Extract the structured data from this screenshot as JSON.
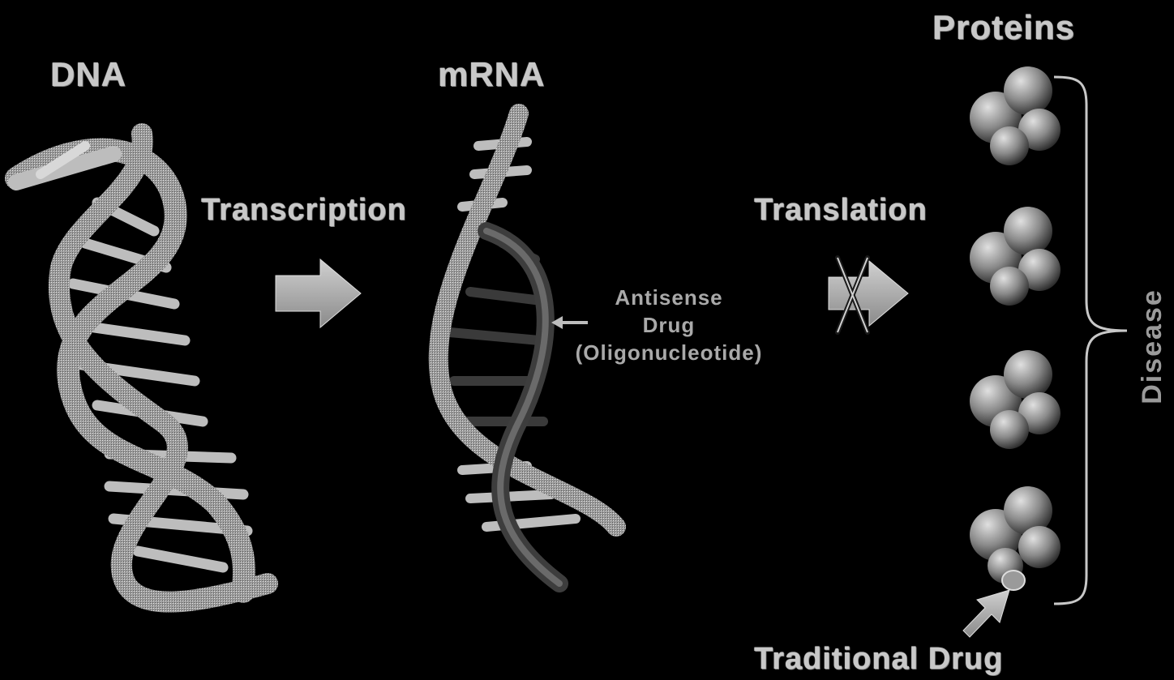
{
  "labels": {
    "dna": "DNA",
    "mrna": "mRNA",
    "proteins": "Proteins",
    "transcription": "Transcription",
    "translation": "Translation",
    "traditional_drug": "Traditional Drug",
    "antisense_drug": [
      "Antisense",
      "Drug",
      "(Oligonucleotide)"
    ],
    "disease": "Disease"
  },
  "colors": {
    "background": "#000000",
    "strand": "#bdbdbd",
    "antisense": "#3a3a3a",
    "text": "#c8c8c8"
  },
  "icons": [
    "dna-helix-icon",
    "mrna-helix-icon",
    "protein-icon",
    "arrow-icon",
    "brace-icon",
    "cross-icon"
  ]
}
